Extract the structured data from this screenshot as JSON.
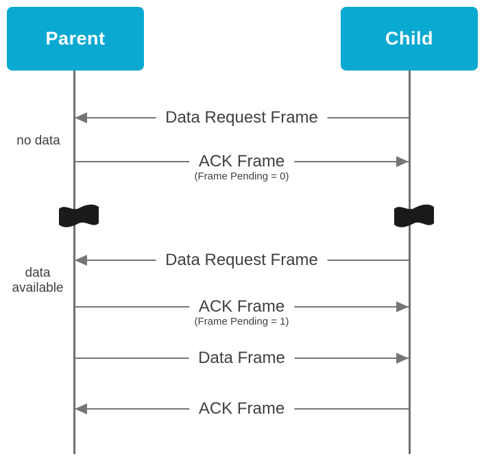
{
  "diagram": {
    "type": "sequence-diagram",
    "actors": [
      {
        "label": "Parent"
      },
      {
        "label": "Child"
      }
    ],
    "messages": [
      {
        "label": "Data Request Frame",
        "sublabel": "",
        "direction": "left",
        "from": "Child",
        "to": "Parent"
      },
      {
        "label": "ACK Frame",
        "sublabel": "(Frame Pending = 0)",
        "direction": "right",
        "from": "Parent",
        "to": "Child"
      },
      {
        "label": "Data Request Frame",
        "sublabel": "",
        "direction": "left",
        "from": "Child",
        "to": "Parent"
      },
      {
        "label": "ACK Frame",
        "sublabel": "(Frame Pending = 1)",
        "direction": "right",
        "from": "Parent",
        "to": "Child"
      },
      {
        "label": "Data Frame",
        "sublabel": "",
        "direction": "right",
        "from": "Parent",
        "to": "Child"
      },
      {
        "label": "ACK Frame",
        "sublabel": "",
        "direction": "left",
        "from": "Child",
        "to": "Parent"
      }
    ],
    "side_notes": [
      {
        "label": "no data"
      },
      {
        "label": "data available"
      }
    ],
    "icons": [
      {
        "name": "time-break-flag-icon",
        "meaning": "time passes / break in sequence"
      }
    ],
    "colors": {
      "actor_bg": "#0AA9D2",
      "actor_text": "#FFFFFF",
      "line": "#757575",
      "lifeline": "#6E6E6E",
      "label_text": "#3F3F3F",
      "flag": "#1A1A1A",
      "background": "#FFFFFF"
    }
  }
}
